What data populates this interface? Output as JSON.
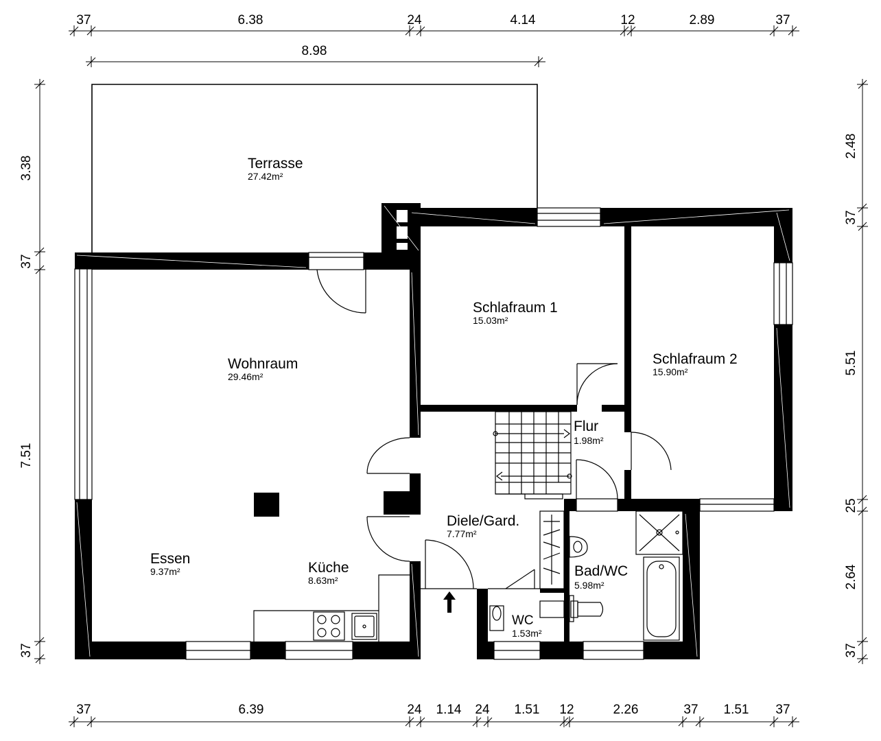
{
  "rooms": {
    "terrasse": {
      "name": "Terrasse",
      "area": "27.42m²"
    },
    "schlafraum1": {
      "name": "Schlafraum 1",
      "area": "15.03m²"
    },
    "schlafraum2": {
      "name": "Schlafraum 2",
      "area": "15.90m²"
    },
    "wohnraum": {
      "name": "Wohnraum",
      "area": "29.46m²"
    },
    "flur": {
      "name": "Flur",
      "area": "1.98m²"
    },
    "diele": {
      "name": "Diele/Gard.",
      "area": "7.77m²"
    },
    "essen": {
      "name": "Essen",
      "area": "9.37m²"
    },
    "kueche": {
      "name": "Küche",
      "area": "8.63m²"
    },
    "badwc": {
      "name": "Bad/WC",
      "area": "5.98m²"
    },
    "wc": {
      "name": "WC",
      "area": "1.53m²"
    }
  },
  "dimensions": {
    "top_row": [
      "37",
      "6.38",
      "24",
      "4.14",
      "12",
      "2.89",
      "37"
    ],
    "top_total": "8.98",
    "bottom_row": [
      "37",
      "6.39",
      "24",
      "1.14",
      "24",
      "1.51",
      "12",
      "2.26",
      "37",
      "1.51",
      "37"
    ],
    "left_col": [
      "3.38",
      "37",
      "7.51",
      "37"
    ],
    "right_col": [
      "2.48",
      "37",
      "5.51",
      "25",
      "2.64",
      "37"
    ]
  },
  "icons": {
    "entrance": "entrance-arrow-icon",
    "stove": "stove-icon",
    "sink": "sink-icon",
    "washbasin": "washbasin-icon",
    "toilet": "toilet-icon",
    "bathtub": "bathtub-icon",
    "shower": "shower-icon",
    "staircase": "staircase-icon"
  }
}
